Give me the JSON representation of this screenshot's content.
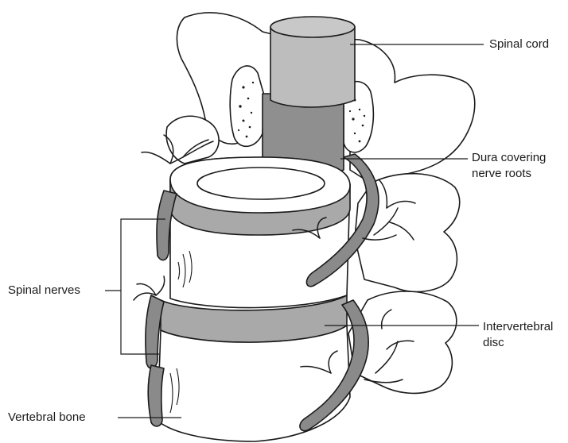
{
  "labels": {
    "spinal_cord": "Spinal cord",
    "dura": "Dura covering\nnerve roots",
    "spinal_nerves": "Spinal nerves",
    "intervertebral_disc": "Intervertebral\ndisc",
    "vertebral_bone": "Vertebral bone"
  },
  "colors": {
    "outline": "#1a1a1a",
    "bone_fill": "#ffffff",
    "cord_top": "#bdbdbd",
    "cord_body": "#8f8f8f",
    "disc_fill": "#a9a9a9",
    "nerve_fill": "#8a8a8a",
    "background": "#ffffff"
  }
}
